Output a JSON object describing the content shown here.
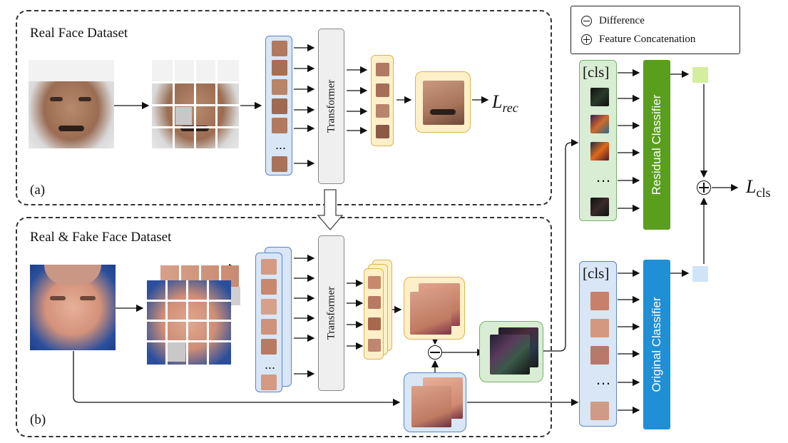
{
  "legend": {
    "difference": "Difference",
    "concat": "Feature Concatenation"
  },
  "panel_a": {
    "title": "Real Face Dataset",
    "label": "(a)",
    "transformer": "Transformer",
    "loss_main": "L",
    "loss_sub": "rec"
  },
  "panel_b": {
    "title": "Real & Fake Face Dataset",
    "label": "(b)",
    "transformer": "Transformer"
  },
  "residual": {
    "cls_token": "[cls]",
    "classifier": "Residual Classifier",
    "color": "#5a9e1e",
    "output_color": "#d5ee9e"
  },
  "original": {
    "cls_token": "[cls]",
    "classifier": "Original Classifier",
    "color": "#1f8fd6",
    "output_color": "#cfe4f7"
  },
  "final_loss": {
    "main": "L",
    "sub": "cls"
  },
  "ellipsis": "...",
  "ellipsis_big": "…"
}
